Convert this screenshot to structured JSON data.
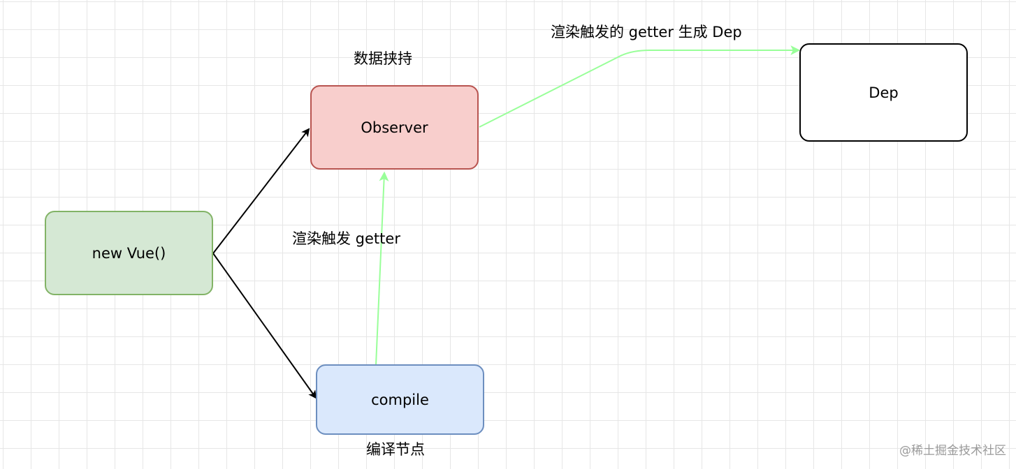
{
  "nodes": {
    "new_vue": {
      "label": "new Vue()",
      "fill": "#d5e8d4",
      "stroke": "#82b366"
    },
    "observer": {
      "label": "Observer",
      "fill": "#f8cecc",
      "stroke": "#b85450"
    },
    "compile": {
      "label": "compile",
      "fill": "#dae8fc",
      "stroke": "#6c8ebf"
    },
    "dep": {
      "label": "Dep",
      "fill": "#ffffff",
      "stroke": "#000000"
    }
  },
  "labels": {
    "data_hijack": "数据挟持",
    "render_trigger_getter": "渲染触发 getter",
    "getter_generates_dep": "渲染触发的 getter 生成 Dep",
    "compile_nodes": "编译节点"
  },
  "edge_colors": {
    "black": "#000000",
    "green": "#99ff99"
  },
  "watermark": "@稀土掘金技术社区"
}
